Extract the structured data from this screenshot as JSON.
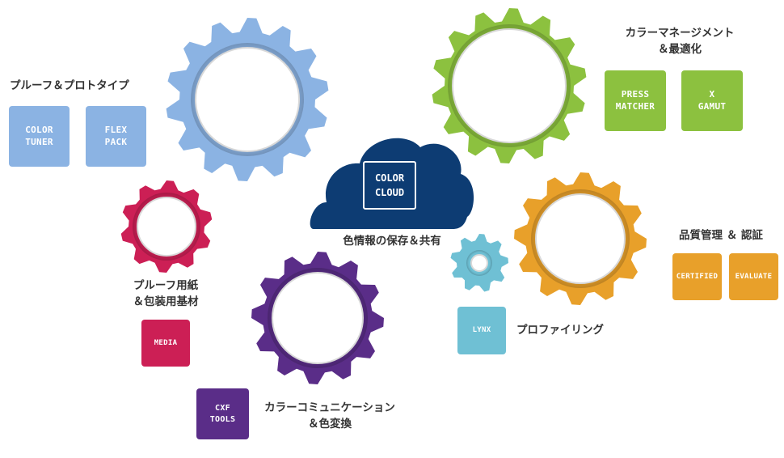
{
  "groups": {
    "proof": {
      "heading": "プルーフ＆プロトタイプ",
      "tiles": [
        "COLOR\nTUNER",
        "FLEX\nPACK"
      ],
      "color": "#8bb3e3"
    },
    "color_management": {
      "heading": "カラーマネージメント\n＆最適化",
      "tiles": [
        "PRESS\nMATCHER",
        "X\nGAMUT"
      ],
      "color": "#8cc13f"
    },
    "quality": {
      "heading": "品質管理 ＆ 認証",
      "tiles": [
        "CERTIFIED",
        "EVALUATE"
      ],
      "color": "#e8a02a"
    },
    "media": {
      "heading": "プルーフ用紙\n＆包装用基材",
      "tiles": [
        "MEDIA"
      ],
      "color": "#cc1f55"
    },
    "communication": {
      "heading": "カラーコミュニケーション\n＆色変換",
      "tiles": [
        "CXF\nTOOLS"
      ],
      "color": "#5a2d88"
    },
    "profiling": {
      "heading": "プロファイリング",
      "tiles": [
        "LYNX"
      ],
      "color": "#6fc0d4"
    }
  },
  "cloud": {
    "label": "COLOR\nCLOUD",
    "caption": "色情報の保存＆共有",
    "color": "#0d3c73"
  }
}
